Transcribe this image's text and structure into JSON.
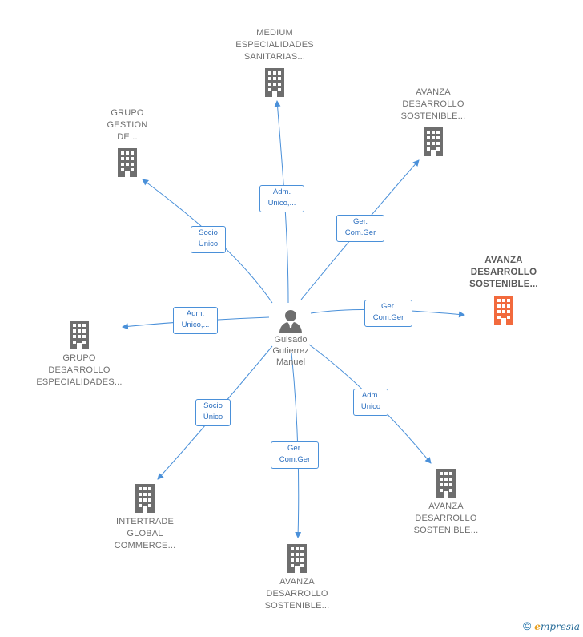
{
  "center": {
    "lines": [
      "Guisado",
      "Gutierrez",
      "Manuel"
    ]
  },
  "nodes": [
    {
      "id": "medium",
      "lines": [
        "MEDIUM",
        "ESPECIALIDADES",
        "SANITARIAS..."
      ],
      "highlight": false
    },
    {
      "id": "grupo-gestion",
      "lines": [
        "GRUPO",
        "GESTION",
        "DE..."
      ],
      "highlight": false
    },
    {
      "id": "avanza-top",
      "lines": [
        "AVANZA",
        "DESARROLLO",
        "SOSTENIBLE..."
      ],
      "highlight": false
    },
    {
      "id": "avanza-main",
      "lines": [
        "AVANZA",
        "DESARROLLO",
        "SOSTENIBLE..."
      ],
      "highlight": true
    },
    {
      "id": "grupo-desarrollo",
      "lines": [
        "GRUPO",
        "DESARROLLO",
        "ESPECIALIDADES..."
      ],
      "highlight": false
    },
    {
      "id": "intertrade",
      "lines": [
        "INTERTRADE",
        "GLOBAL",
        "COMMERCE..."
      ],
      "highlight": false
    },
    {
      "id": "avanza-bottom",
      "lines": [
        "AVANZA",
        "DESARROLLO",
        "SOSTENIBLE..."
      ],
      "highlight": false
    },
    {
      "id": "avanza-bottom-right",
      "lines": [
        "AVANZA",
        "DESARROLLO",
        "SOSTENIBLE..."
      ],
      "highlight": false
    }
  ],
  "edges": [
    {
      "target": "medium",
      "lines": [
        "Adm.",
        "Unico,..."
      ]
    },
    {
      "target": "grupo-gestion",
      "lines": [
        "Socio",
        "Único"
      ]
    },
    {
      "target": "avanza-top",
      "lines": [
        "Ger.",
        "Com.Ger"
      ]
    },
    {
      "target": "avanza-main",
      "lines": [
        "Ger.",
        "Com.Ger"
      ]
    },
    {
      "target": "grupo-desarrollo",
      "lines": [
        "Adm.",
        "Unico,..."
      ]
    },
    {
      "target": "intertrade",
      "lines": [
        "Socio",
        "Único"
      ]
    },
    {
      "target": "avanza-bottom",
      "lines": [
        "Ger.",
        "Com.Ger"
      ]
    },
    {
      "target": "avanza-bottom-right",
      "lines": [
        "Adm.",
        "Unico"
      ]
    }
  ],
  "colors": {
    "building": "#6e6e6e",
    "building_highlight": "#f26a3d",
    "edge": "#4a90d9",
    "label_text": "#2c6fbf"
  },
  "icons": {
    "node": "building-icon",
    "center": "person-icon"
  },
  "footer": {
    "copyright_symbol": "©",
    "brand_initial": "e",
    "brand_rest": "mpresia"
  }
}
